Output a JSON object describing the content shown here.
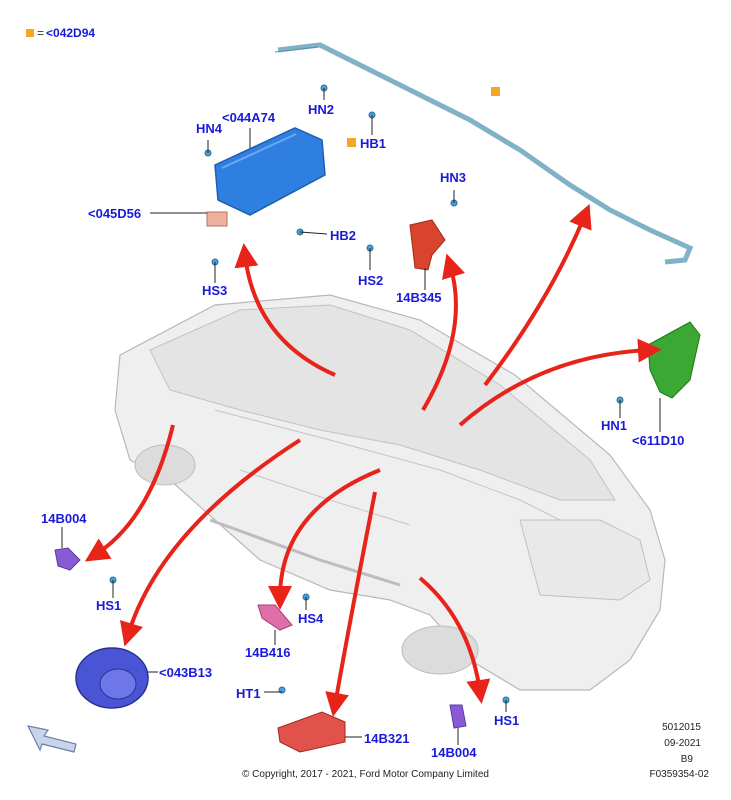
{
  "legend": {
    "symbol": "=",
    "text": "<042D94"
  },
  "labels": {
    "hn2": "HN2",
    "hb1": "HB1",
    "hn4": "HN4",
    "a044a74": "<044A74",
    "a045d56": "<045D56",
    "hb2": "HB2",
    "hs3": "HS3",
    "hn3": "HN3",
    "hs2": "HS2",
    "b14b345": "14B345",
    "hn1": "HN1",
    "a611d10": "<611D10",
    "b14b004a": "14B004",
    "hs1a": "HS1",
    "a043b13": "<043B13",
    "hs4": "HS4",
    "b14b416": "14B416",
    "ht1": "HT1",
    "b14b321": "14B321",
    "hs1b": "HS1",
    "b14b004b": "14B004"
  },
  "meta": {
    "code": "5012015",
    "date": "09-2021",
    "rev": "B9",
    "fig": "F0359354-02"
  },
  "copyright": "© Copyright, 2017 - 2021, Ford Motor Company Limited",
  "colors": {
    "label": "#1a1adb",
    "arrow": "#e8231a",
    "marker": "#f5a623",
    "curtain": "#7fb2c6",
    "passenger_airbag": "#2f7fe0",
    "knee": "#d9442e",
    "seat_side": "#3aa832",
    "sensor": "#8a5ad6",
    "driver_airbag": "#4a55d6",
    "rcm": "#e0524a"
  }
}
